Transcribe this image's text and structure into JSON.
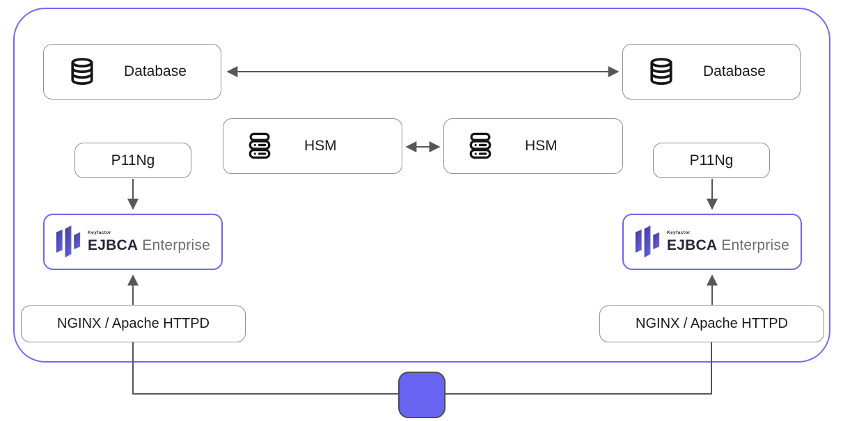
{
  "colors": {
    "container_border": "#7069f6",
    "node_border": "#8f8f8f",
    "accent_border": "#6f66f0",
    "connector": "#575757",
    "lb_fill": "#6664f0",
    "lb_border": "#4d4d4d",
    "logo_grad_start": "#3a3a8c",
    "logo_grad_end": "#6e66f4",
    "brand_dark": "#26263a",
    "edition_gray": "#6e6e73",
    "text": "#1a1a1a"
  },
  "nodes": {
    "database_left": {
      "label": "Database",
      "icon": "database-icon"
    },
    "database_right": {
      "label": "Database",
      "icon": "database-icon"
    },
    "hsm_left": {
      "label": "HSM",
      "icon": "server-icon"
    },
    "hsm_right": {
      "label": "HSM",
      "icon": "server-icon"
    },
    "p11ng_left": {
      "label": "P11Ng"
    },
    "p11ng_right": {
      "label": "P11Ng"
    },
    "ejbca_left": {
      "brand": "Keyfactor",
      "product": "EJBCA",
      "edition": "Enterprise"
    },
    "ejbca_right": {
      "brand": "Keyfactor",
      "product": "EJBCA",
      "edition": "Enterprise"
    },
    "nginx_left": {
      "label": "NGINX / Apache HTTPD"
    },
    "nginx_right": {
      "label": "NGINX / Apache HTTPD"
    },
    "load_balancer": {
      "label": ""
    }
  },
  "edges": [
    {
      "from": "database_left",
      "to": "database_right",
      "style": "bidirectional-arrow"
    },
    {
      "from": "hsm_left",
      "to": "hsm_right",
      "style": "bidirectional-arrow"
    },
    {
      "from": "p11ng_left",
      "to": "ejbca_left",
      "style": "arrow-down"
    },
    {
      "from": "p11ng_right",
      "to": "ejbca_right",
      "style": "arrow-down"
    },
    {
      "from": "nginx_left",
      "to": "ejbca_left",
      "style": "arrow-up"
    },
    {
      "from": "nginx_right",
      "to": "ejbca_right",
      "style": "arrow-up"
    },
    {
      "from": "nginx_left",
      "to": "load_balancer",
      "style": "line"
    },
    {
      "from": "nginx_right",
      "to": "load_balancer",
      "style": "line"
    }
  ]
}
